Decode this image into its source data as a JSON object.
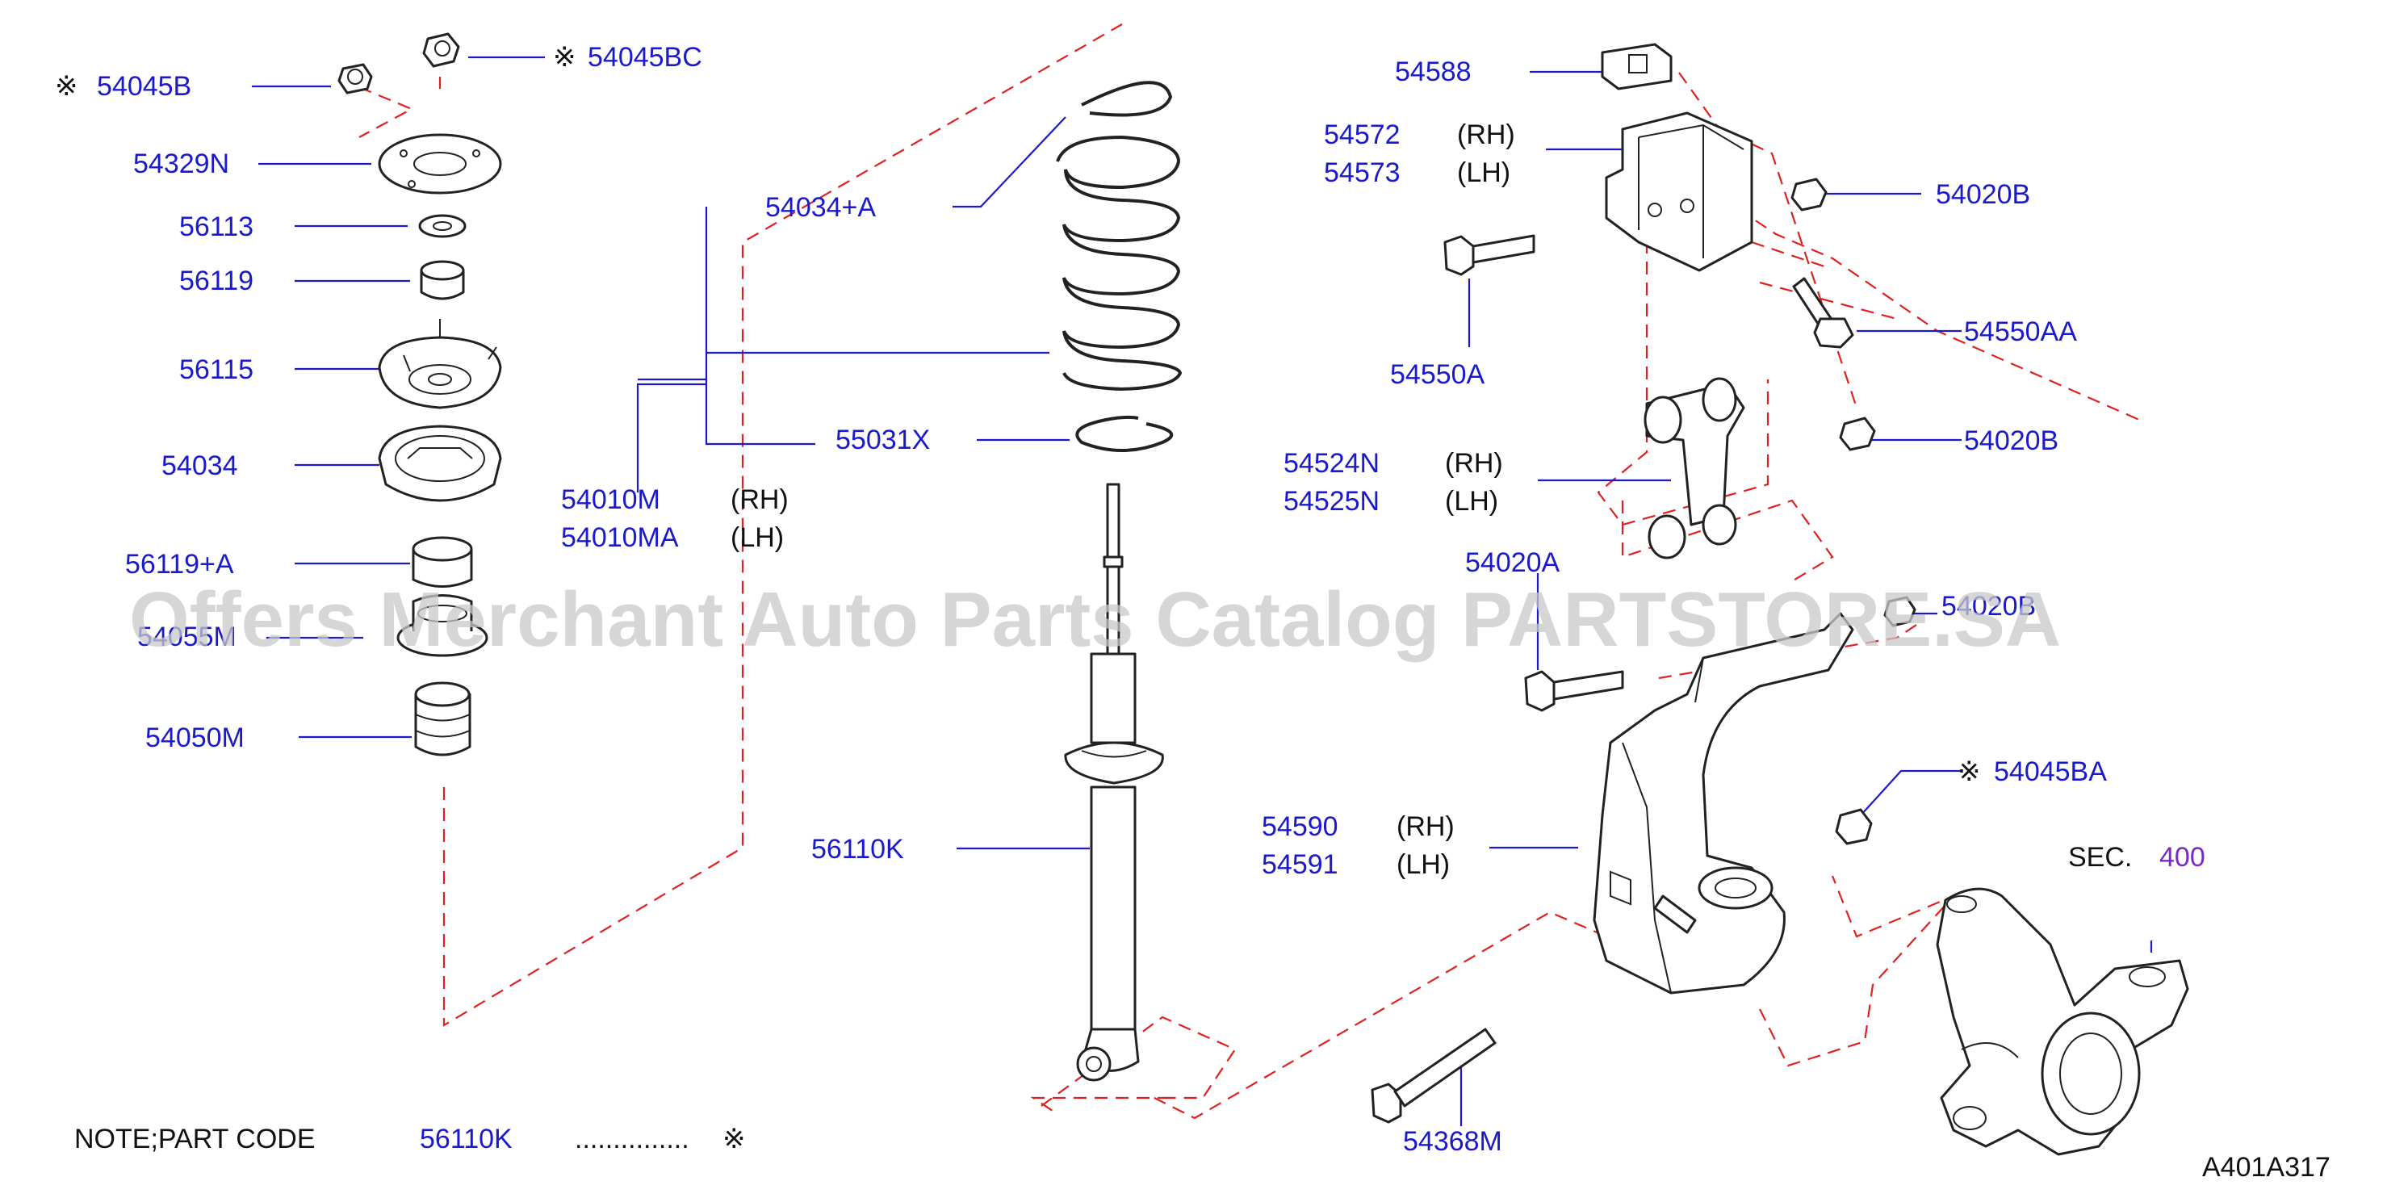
{
  "labels": {
    "p54045b": "54045B",
    "p54045bc": "54045BC",
    "p54329n": "54329N",
    "p56113": "56113",
    "p56119": "56119",
    "p56115": "56115",
    "p54034": "54034",
    "p56119a": "56119+A",
    "p54055m": "54055M",
    "p54050m": "54050M",
    "p54034a": "54034+A",
    "p54010m": "54010M",
    "p54010ma": "54010MA",
    "p55031x": "55031X",
    "p56110k": "56110K",
    "p54588": "54588",
    "p54572": "54572",
    "p54573": "54573",
    "p54020b_1": "54020B",
    "p54550a": "54550A",
    "p54550aa": "54550AA",
    "p54020b_2": "54020B",
    "p54524n": "54524N",
    "p54525n": "54525N",
    "p54020a": "54020A",
    "p54020b_3": "54020B",
    "p54045ba": "54045BA",
    "p54590": "54590",
    "p54591": "54591",
    "p54368m": "54368M"
  },
  "side": {
    "rh": "(RH)",
    "lh": "(LH)"
  },
  "mark": "※",
  "sec": {
    "label": "SEC.",
    "number": "400"
  },
  "note": {
    "prefix": "NOTE;PART   CODE",
    "code": "56110K",
    "dots": "...............",
    "mark": "※"
  },
  "diagram_id": "A401A317",
  "watermark": "Offers Merchant Auto Parts Catalog PARTSTORE.SA",
  "colors": {
    "label": "#1a1acc",
    "dash": "#e02020",
    "section": "#7a28c8",
    "watermark": "#c8c8c8"
  }
}
